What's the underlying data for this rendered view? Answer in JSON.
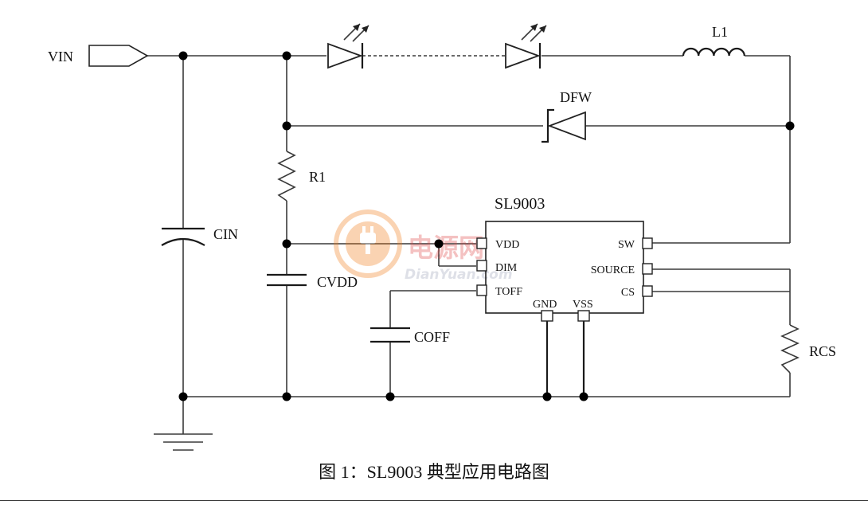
{
  "labels": {
    "vin": "VIN",
    "l1": "L1",
    "dfw": "DFW",
    "r1": "R1",
    "cin": "CIN",
    "cvdd": "CVDD",
    "coff": "COFF",
    "rcs": "RCS",
    "chip": "SL9003"
  },
  "pins": {
    "vdd": "VDD",
    "dim": "DIM",
    "toff": "TOFF",
    "gnd": "GND",
    "vss": "VSS",
    "sw": "SW",
    "source": "SOURCE",
    "cs": "CS"
  },
  "watermark": {
    "cn": "电源网",
    "en": "DianYuan.com"
  },
  "caption": "图 1：SL9003  典型应用电路图"
}
